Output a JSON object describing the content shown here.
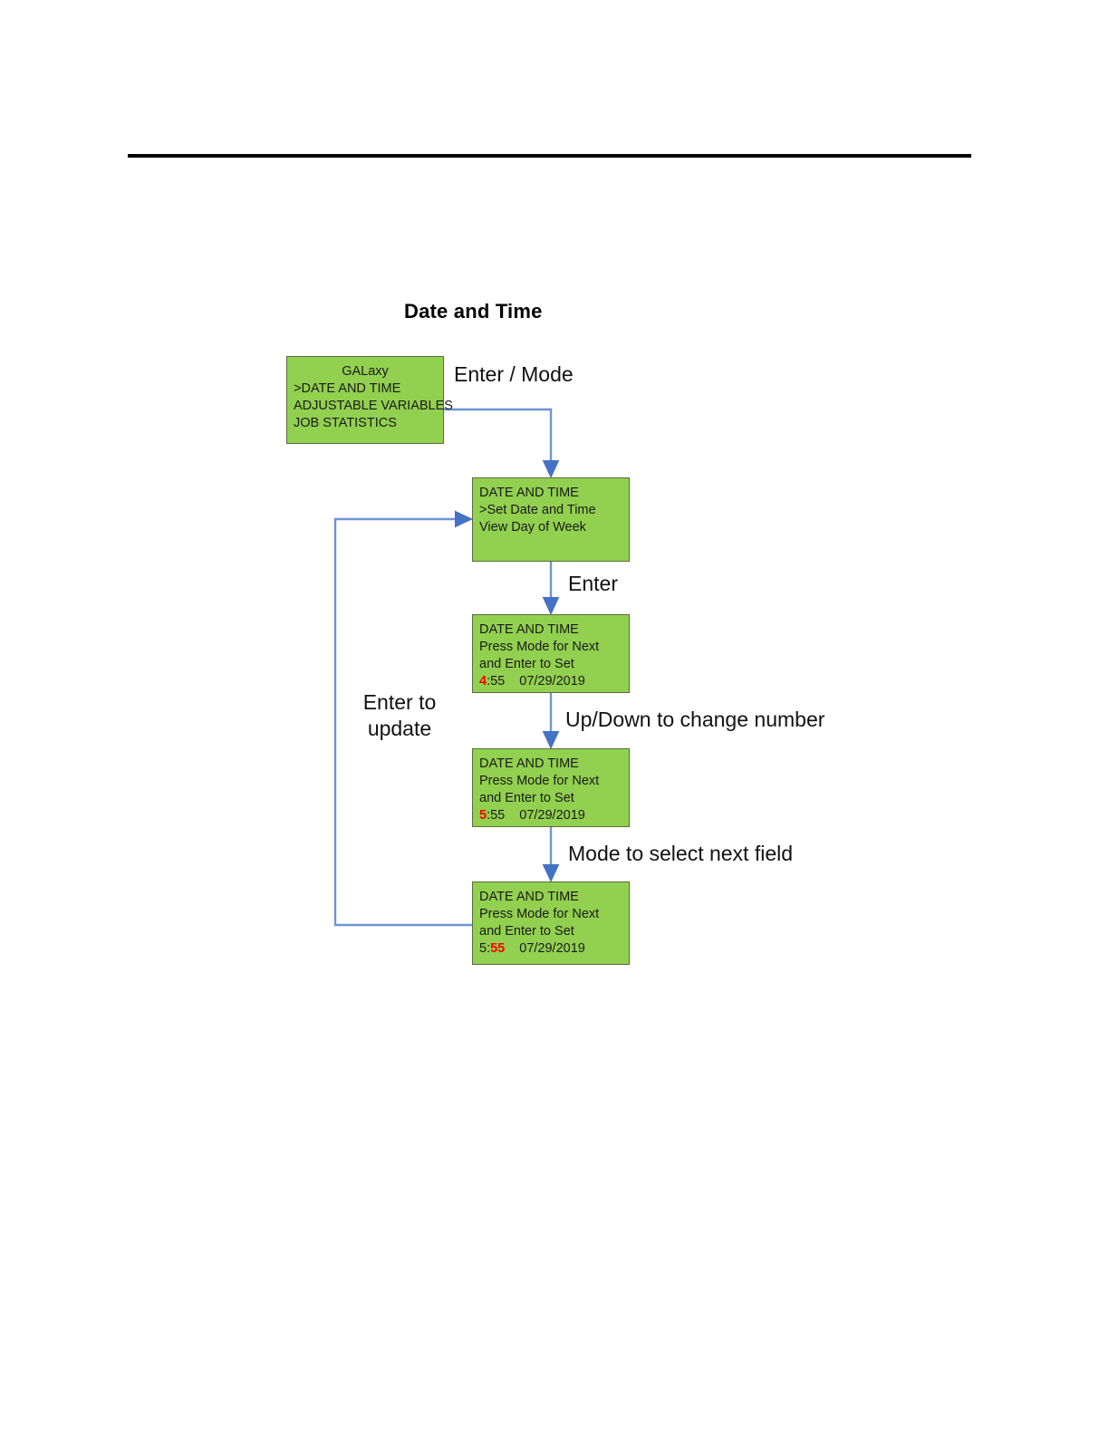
{
  "page": {
    "title": "Date and Time",
    "divider": "horizontal-rule"
  },
  "colors": {
    "lcd_green": "#92D050",
    "lcd_border": "#5C6B3A",
    "arrow_blue": "#4472C4",
    "highlight_red": "#FF0000",
    "text": "#1a1a1a"
  },
  "screens": [
    {
      "id": "galaxy-main-menu",
      "lines": [
        {
          "text": "GALaxy",
          "align": "center"
        },
        {
          "text": ">DATE AND TIME",
          "align": "left"
        },
        {
          "text": "ADJUSTABLE VARIABLES",
          "align": "left"
        },
        {
          "text": "JOB STATISTICS",
          "align": "left"
        }
      ]
    },
    {
      "id": "date-and-time-menu",
      "lines": [
        {
          "text": "DATE AND TIME",
          "align": "left"
        },
        {
          "text": ">Set Date and Time",
          "align": "left"
        },
        {
          "text": "View Day of Week",
          "align": "left"
        }
      ]
    },
    {
      "id": "set-hour-4",
      "lines": [
        {
          "text": "DATE AND TIME",
          "align": "left"
        },
        {
          "text": "Press Mode for Next",
          "align": "left"
        },
        {
          "text": "and Enter to Set",
          "align": "left"
        }
      ],
      "value_line": {
        "hour": "4",
        "separator": ":",
        "minute": "55",
        "date": "07/29/2019",
        "highlight": "hour"
      }
    },
    {
      "id": "set-hour-5",
      "lines": [
        {
          "text": "DATE AND TIME",
          "align": "left"
        },
        {
          "text": "Press Mode for Next",
          "align": "left"
        },
        {
          "text": "and Enter to Set",
          "align": "left"
        }
      ],
      "value_line": {
        "hour": "5",
        "separator": ":",
        "minute": "55",
        "date": "07/29/2019",
        "highlight": "hour"
      }
    },
    {
      "id": "set-minute-55",
      "lines": [
        {
          "text": "DATE AND TIME",
          "align": "left"
        },
        {
          "text": "Press Mode for Next",
          "align": "left"
        },
        {
          "text": "and Enter to Set",
          "align": "left"
        }
      ],
      "value_line": {
        "hour": "5",
        "separator": ":",
        "minute": "55",
        "date": "07/29/2019",
        "highlight": "minute"
      }
    }
  ],
  "edge_labels": {
    "enter_mode": "Enter / Mode",
    "enter": "Enter",
    "up_down": "Up/Down to change number",
    "mode_next_field": "Mode to select next field",
    "enter_to_update": "Enter to update"
  }
}
